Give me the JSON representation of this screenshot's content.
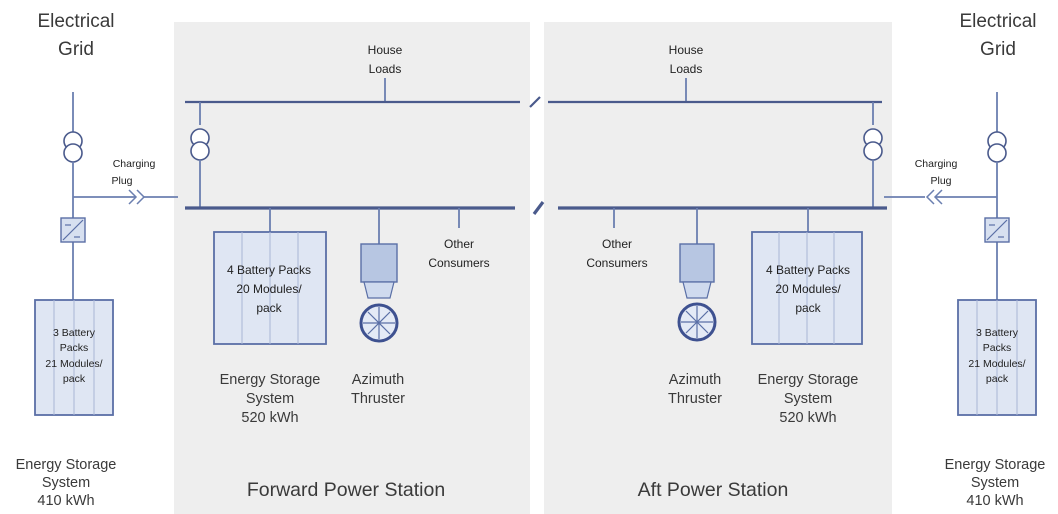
{
  "diagram": {
    "left_grid": {
      "line1": "Electrical",
      "line2": "Grid"
    },
    "right_grid": {
      "line1": "Electrical",
      "line2": "Grid"
    },
    "forward_house_loads": {
      "line1": "House",
      "line2": "Loads"
    },
    "aft_house_loads": {
      "line1": "House",
      "line2": "Loads"
    },
    "left_charging_plug": {
      "line1": "Charging",
      "line2": "Plug"
    },
    "right_charging_plug": {
      "line1": "Charging",
      "line2": "Plug"
    },
    "forward_other_consumers": {
      "line1": "Other",
      "line2": "Consumers"
    },
    "aft_other_consumers": {
      "line1": "Other",
      "line2": "Consumers"
    },
    "forward_battery": {
      "line1": "4 Battery Packs",
      "line2": "20 Modules/",
      "line3": "pack"
    },
    "aft_battery": {
      "line1": "4 Battery Packs",
      "line2": "20 Modules/",
      "line3": "pack"
    },
    "left_shore_battery": {
      "line1": "3 Battery",
      "line2": "Packs",
      "line3": "21 Modules/",
      "line4": "pack"
    },
    "right_shore_battery": {
      "line1": "3 Battery",
      "line2": "Packs",
      "line3": "21 Modules/",
      "line4": "pack"
    },
    "forward_ess": {
      "line1": "Energy Storage",
      "line2": "System",
      "line3": "520 kWh"
    },
    "aft_ess": {
      "line1": "Energy Storage",
      "line2": "System",
      "line3": "520 kWh"
    },
    "left_shore_ess": {
      "line1": "Energy Storage",
      "line2": "System",
      "line3": "410 kWh"
    },
    "right_shore_ess": {
      "line1": "Energy Storage",
      "line2": "System",
      "line3": "410 kWh"
    },
    "forward_thruster": {
      "line1": "Azimuth",
      "line2": "Thruster"
    },
    "aft_thruster": {
      "line1": "Azimuth",
      "line2": "Thruster"
    },
    "forward_station_title": "Forward Power Station",
    "aft_station_title": "Aft Power Station"
  },
  "colors": {
    "station_background": "#eeeeee",
    "bus": "#4a5a8c",
    "wire": "#6b7fb0",
    "battery_fill": "#dfe6f3",
    "battery_stroke": "#5a6fa6"
  }
}
